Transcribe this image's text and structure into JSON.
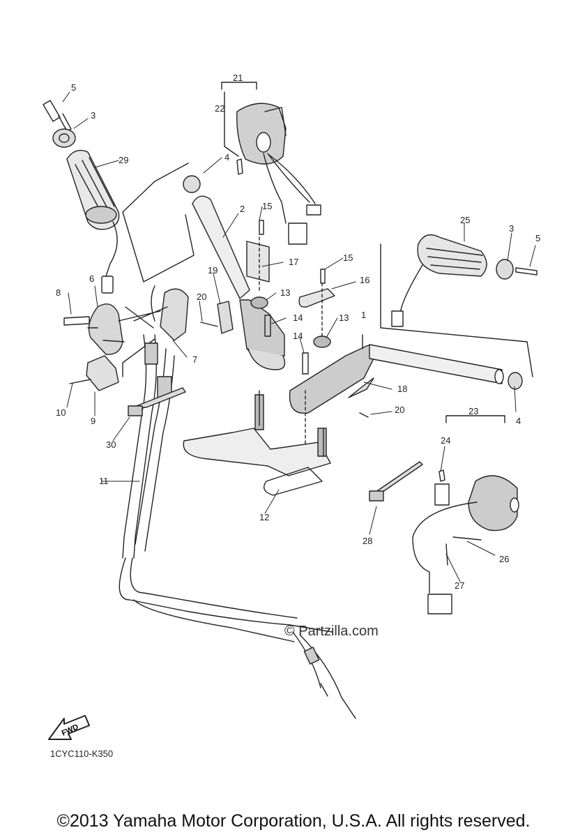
{
  "diagram": {
    "callouts": [
      "1",
      "2",
      "3",
      "3",
      "4",
      "4",
      "5",
      "5",
      "6",
      "7",
      "8",
      "9",
      "10",
      "11",
      "12",
      "13",
      "13",
      "14",
      "14",
      "15",
      "15",
      "16",
      "17",
      "18",
      "19",
      "20",
      "20",
      "21",
      "22",
      "23",
      "24",
      "25",
      "26",
      "27",
      "28",
      "29",
      "30"
    ],
    "watermark": "© Partzilla.com",
    "fwd_label": "FWD",
    "diagram_code": "1CYC110-K350",
    "copyright": "©2013 Yamaha Motor Corporation, U.S.A. All rights reserved."
  },
  "colors": {
    "line": "#222222",
    "background": "#ffffff",
    "shade": "#b8b8b8"
  }
}
